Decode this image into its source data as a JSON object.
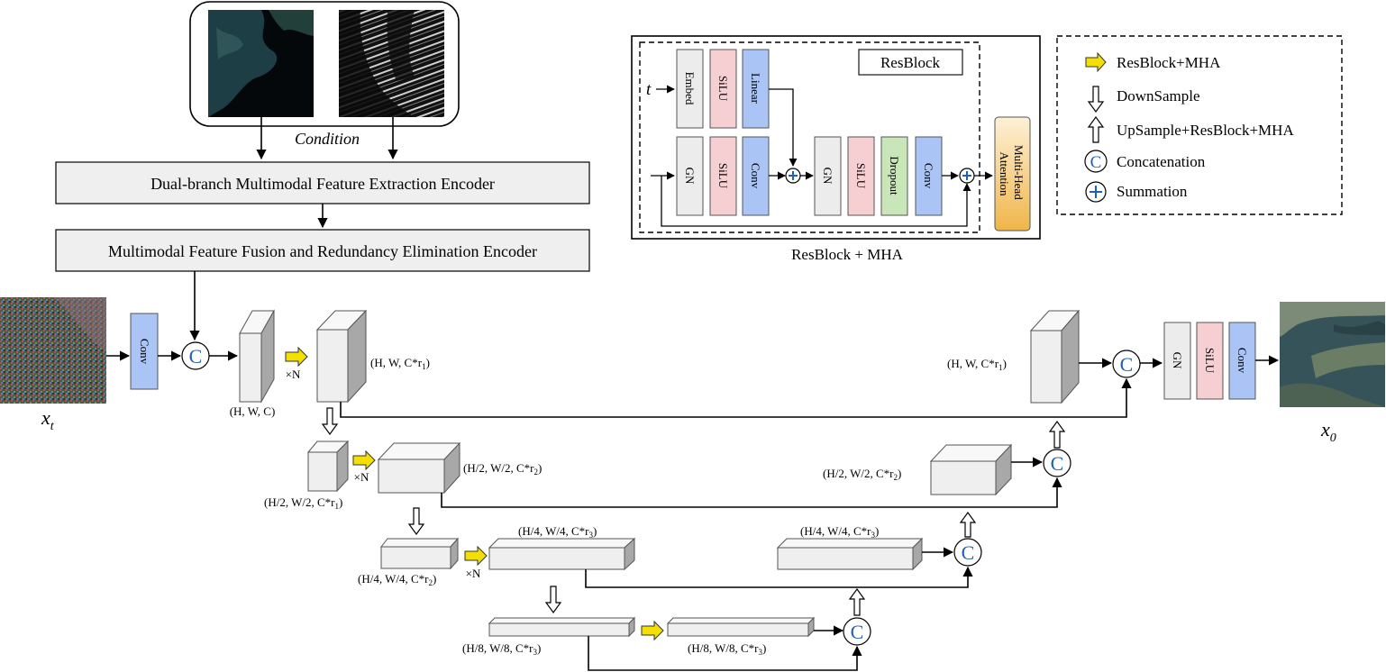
{
  "condition_label": "Condition",
  "encoder1_label": "Dual-branch Multimodal Feature Extraction Encoder",
  "encoder2_label": "Multimodal Feature Fusion and Redundancy Elimination Encoder",
  "input_label": "x_t",
  "output_label": "x_0",
  "input_conv_label": "Conv",
  "output_blocks": [
    "GN",
    "SiLU",
    "Conv"
  ],
  "repeat_label": "×N",
  "shapes": {
    "s1": "(H, W, C)",
    "s2": "(H, W, C*r1)",
    "s3": "(H/2, W/2, C*r1)",
    "s4": "(H/2, W/2,  C*r2)",
    "s5": "(H/4, W/4, C*r2)",
    "s6": "(H/4, W/4, C*r3)",
    "s7": "(H/8, W/8, C*r3)",
    "s8": "(H/8, W/8, C*r3)",
    "d6": "(H/4, W/4, C*r3)",
    "d4": "(H/2, W/2,  C*r2)",
    "d2": "(H, W, C*r1)"
  },
  "resblock": {
    "caption": "ResBlock + MHA",
    "inner_label": "ResBlock",
    "t_label": "t",
    "embed_row": [
      "Embed",
      "SiLU",
      "Linear"
    ],
    "main_row_a": [
      "GN",
      "SiLU",
      "Conv"
    ],
    "main_row_b": [
      "GN",
      "SiLU",
      "Dropout",
      "Conv"
    ],
    "mha_label": "Multi-Head Attention"
  },
  "legend": {
    "resblock_mha": "ResBlock+MHA",
    "downsample": "DownSample",
    "upsample": "UpSample+ResBlock+MHA",
    "concatenation": "Concatenation",
    "summation": "Summation",
    "concat_symbol": "C"
  },
  "colors": {
    "gray": "#ececec",
    "pink": "#f6cfd3",
    "blue": "#a9c4f5",
    "green": "#c8e6b8",
    "mha_gradient_top": "#fdf1d6",
    "mha_gradient_bottom": "#f0b54a",
    "yellow_arrow": "#f4e000",
    "concat_blue": "#1f62b3"
  }
}
